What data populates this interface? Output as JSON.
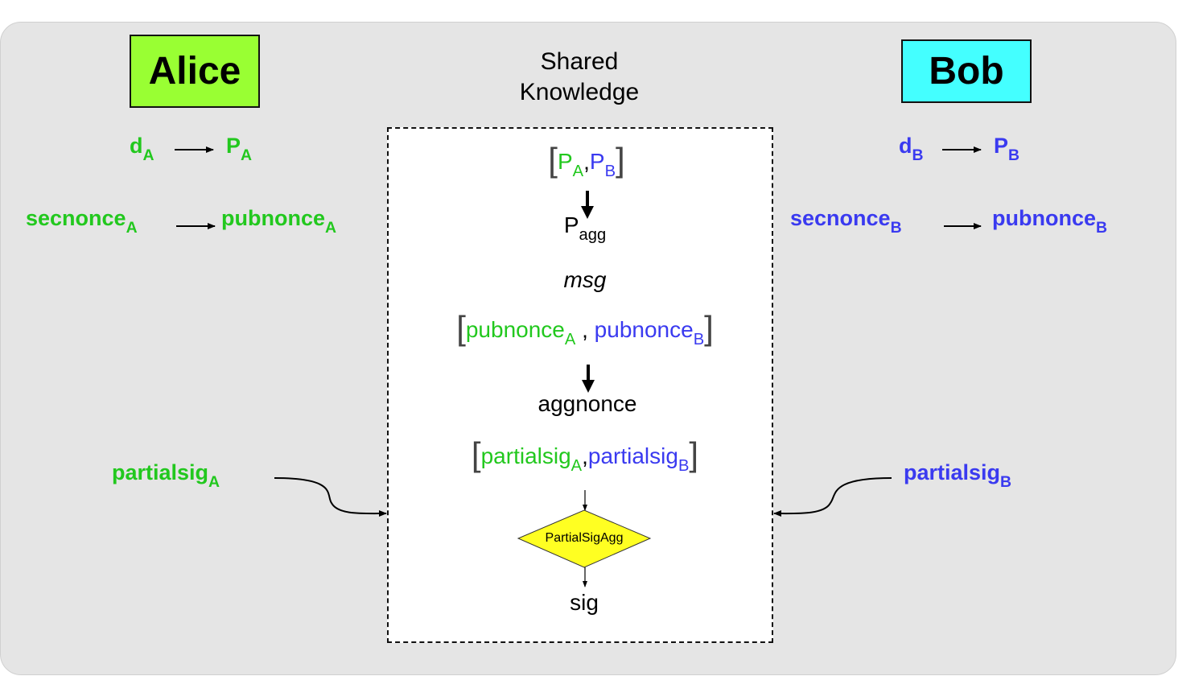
{
  "alice": {
    "name": "Alice",
    "color": "#22c81e",
    "box_color": "#99ff33",
    "key_private": "d",
    "key_public": "P",
    "sub": "A",
    "nonce_secret": "secnonce",
    "nonce_public": "pubnonce",
    "partial_sig": "partialsig"
  },
  "bob": {
    "name": "Bob",
    "color": "#3a3af0",
    "box_color": "#44ffff",
    "key_private": "d",
    "key_public": "P",
    "sub": "B",
    "nonce_secret": "secnonce",
    "nonce_public": "pubnonce",
    "partial_sig": "partialsig"
  },
  "shared": {
    "title": "Shared Knowledge",
    "pubkey": "P",
    "agg_key": "P",
    "agg_key_sub": "agg",
    "msg": "msg",
    "pubnonce": "pubnonce",
    "aggnonce": "aggnonce",
    "partialsig": "partialsig",
    "comma": ",",
    "bracket_open": "[",
    "bracket_close": "]",
    "agg_step": "PartialSigAgg",
    "agg_step_color": "#ffff22",
    "result": "sig"
  }
}
